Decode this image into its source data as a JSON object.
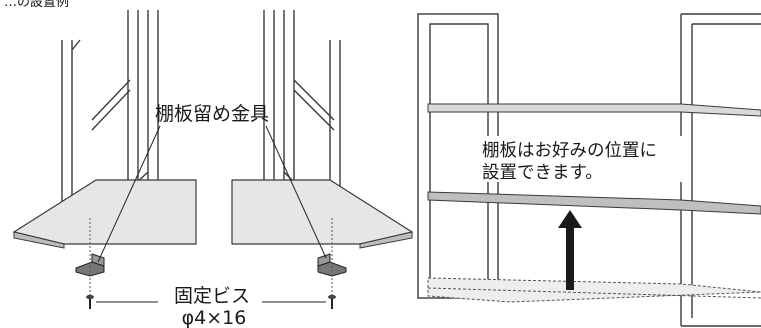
{
  "header_fragment": "…の設置例",
  "left_panel": {
    "bracket_label": "棚板留め金具",
    "screw_label_line1": "固定ビス",
    "screw_label_line2": "φ4×16"
  },
  "right_panel": {
    "note_line1": "棚板はお好みの位置に",
    "note_line2": "設置できます。"
  },
  "colors": {
    "line": "#3a3a3a",
    "shelf_fill": "#e6e6e6",
    "shelf_edge": "#bdbdbd",
    "arrow": "#1a1a1a"
  }
}
